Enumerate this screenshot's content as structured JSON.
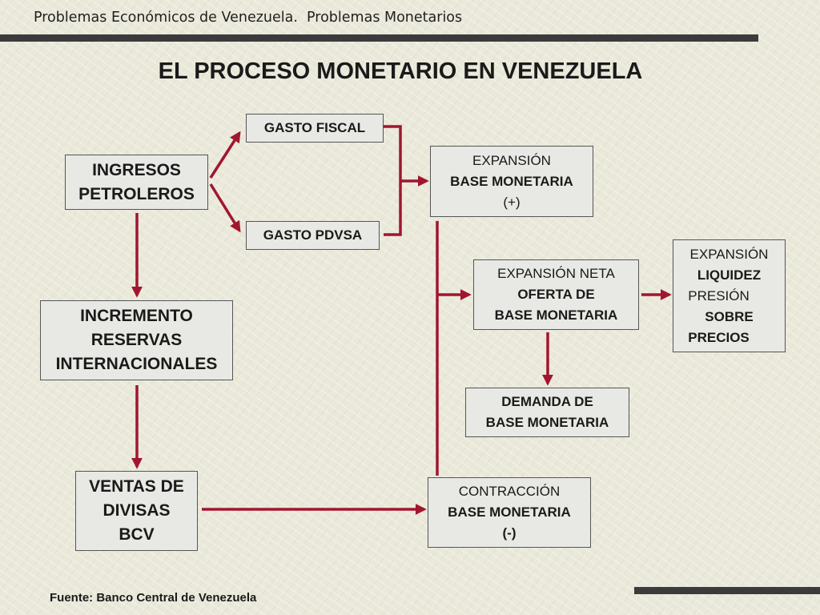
{
  "header": {
    "text": "Problemas Económicos de Venezuela.  Problemas Monetarios"
  },
  "title": "EL PROCESO MONETARIO EN VENEZUELA",
  "boxes": {
    "ingresos": [
      "INGRESOS",
      "PETROLEROS"
    ],
    "incremento": [
      "INCREMENTO",
      "RESERVAS",
      "INTERNACIONALES"
    ],
    "ventas": [
      "VENTAS DE",
      "DIVISAS",
      "BCV"
    ],
    "gasto_fiscal": "GASTO FISCAL",
    "gasto_pdvsa": "GASTO PDVSA",
    "expansion_base": [
      "EXPANSIÓN",
      "BASE MONETARIA",
      "(+)"
    ],
    "expansion_neta": [
      "EXPANSIÓN NETA",
      "OFERTA DE",
      "BASE MONETARIA"
    ],
    "demanda": [
      "DEMANDA DE",
      "BASE MONETARIA"
    ],
    "contraccion": [
      "CONTRACCIÓN",
      "BASE MONETARIA",
      "(-)"
    ],
    "liquidez": [
      "EXPANSIÓN",
      "LIQUIDEZ",
      "PRESIÓN",
      "SOBRE",
      "PRECIOS"
    ]
  },
  "footer": "Fuente: Banco Central de Venezuela",
  "colors": {
    "arrow": "#a1162f",
    "bar": "#3b3b3b",
    "background": "#e9e8d9"
  }
}
